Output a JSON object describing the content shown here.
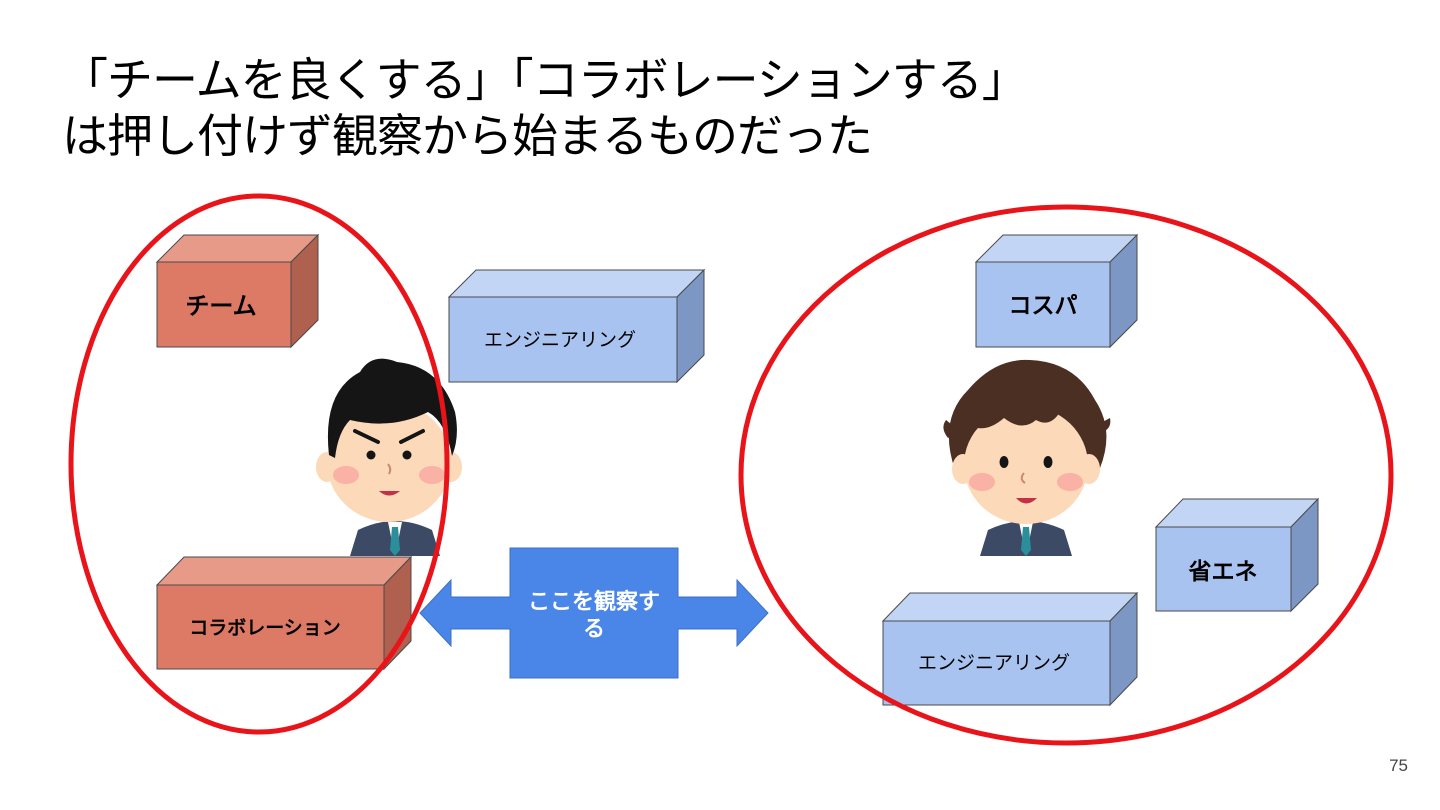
{
  "slide": {
    "title_line1": "「チームを良くする」「コラボレーションする」",
    "title_line2": "は押し付けず観察から始まるものだった",
    "page_number": "75"
  },
  "diagram": {
    "left_group": {
      "boxes": [
        "チーム",
        "コラボレーション"
      ],
      "box_color": "#dd7a66",
      "outline_color": "#e8141a"
    },
    "middle": {
      "engineering_label": "エンジニアリング",
      "arrow_label_line1": "ここを観察す",
      "arrow_label_line2": "る",
      "arrow_color": "#4a86e8"
    },
    "right_group": {
      "boxes": [
        "コスパ",
        "省エネ",
        "エンジニアリング"
      ],
      "box_color": "#a9c3f0",
      "outline_color": "#e8141a"
    },
    "people": [
      "person-frowning",
      "person-smiling"
    ]
  }
}
